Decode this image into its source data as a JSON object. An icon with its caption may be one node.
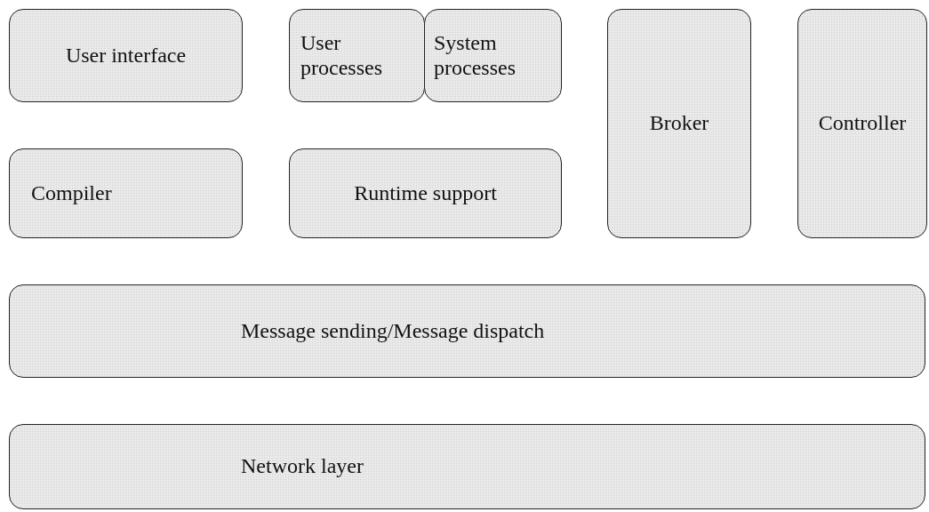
{
  "diagram": {
    "nodes": [
      {
        "text": [
          "User interface"
        ]
      },
      {
        "text": [
          "User processes"
        ]
      },
      {
        "text": [
          "System processes"
        ]
      },
      {
        "text": [
          "Broker"
        ]
      },
      {
        "text": [
          "Controller"
        ]
      },
      {
        "text": [
          "Compiler"
        ]
      },
      {
        "text": [
          "Runtime support"
        ]
      },
      {
        "text": [
          "Message sending/Message dispatch"
        ]
      },
      {
        "text": [
          "Network layer"
        ]
      }
    ]
  }
}
